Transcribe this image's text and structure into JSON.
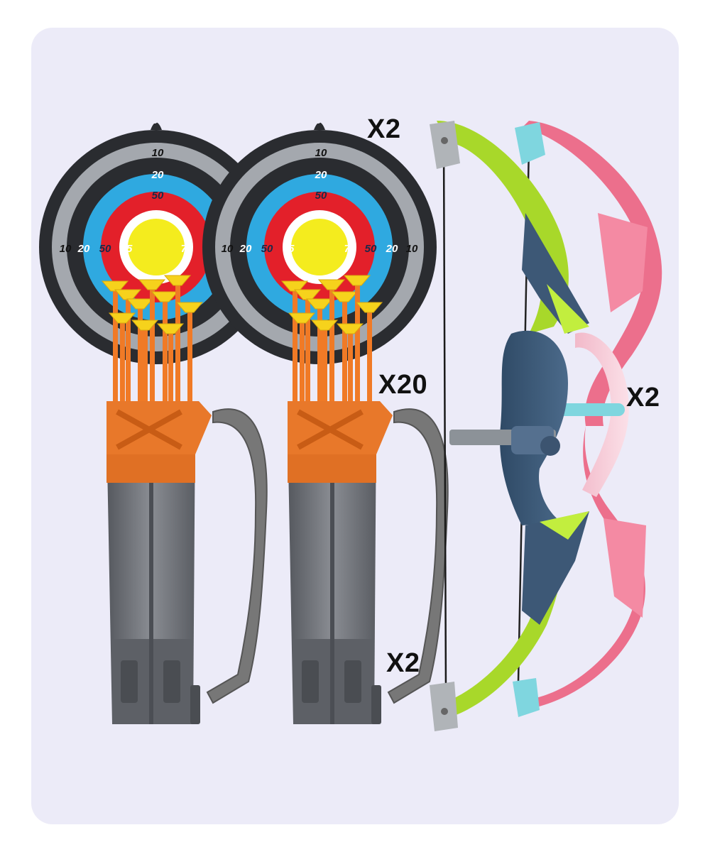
{
  "labels": {
    "targets_qty": "X2",
    "arrows_qty": "X20",
    "bows_qty": "X2",
    "quivers_qty": "X2"
  },
  "target": {
    "ring_scores": [
      "10",
      "20",
      "50",
      "75"
    ]
  },
  "colors": {
    "background": "#ecebf8",
    "target_outer": "#2a2c30",
    "target_gray_ring": "#9a9ea4",
    "target_blue": "#2fa9e0",
    "target_red": "#e3202a",
    "target_bullseye": "#f4ec1e",
    "arrow_shaft": "#f07a26",
    "arrow_cup": "#f6d21c",
    "quiver_body": "#6e7177",
    "quiver_band": "#e8782a",
    "strap": "#737373",
    "bow_green_limb": "#a8d82a",
    "bow_green_grip": "#3a5673",
    "bow_pink_limb": "#ec6f8c",
    "bow_pink_grip": "#f6c9d6",
    "bow_cyan_accent": "#7fd6df"
  },
  "icons": [
    "archery-target",
    "suction-arrow",
    "quiver",
    "compound-bow"
  ]
}
